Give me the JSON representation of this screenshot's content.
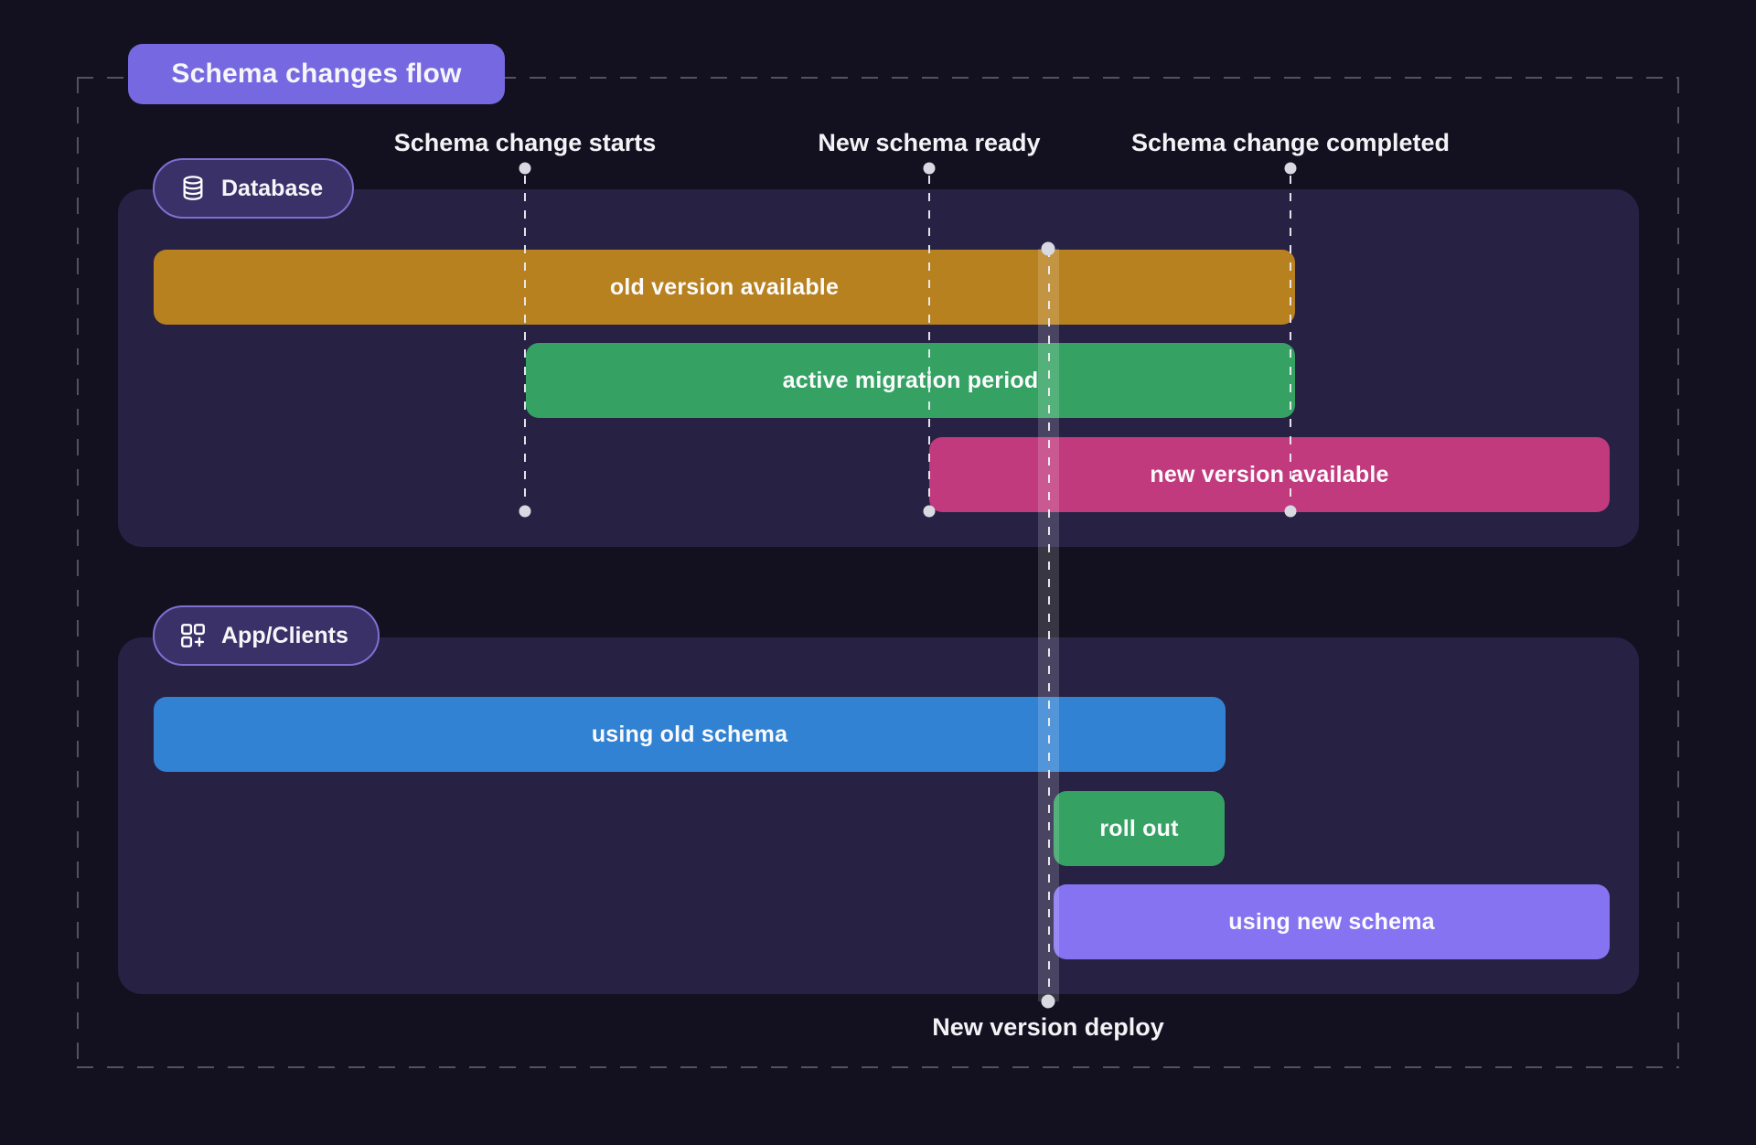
{
  "title": "Schema changes flow",
  "milestones": {
    "starts": {
      "label": "Schema change starts"
    },
    "ready": {
      "label": "New schema ready"
    },
    "completed": {
      "label": "Schema change completed"
    },
    "deploy": {
      "label": "New version deploy"
    }
  },
  "sections": {
    "database": {
      "label": "Database",
      "icon": "database-icon",
      "bars": {
        "old": {
          "label": "old version available"
        },
        "migration": {
          "label": "active migration period"
        },
        "new": {
          "label": "new version available"
        }
      }
    },
    "app": {
      "label": "App/Clients",
      "icon": "apps-add-icon",
      "bars": {
        "old": {
          "label": "using old schema"
        },
        "rollout": {
          "label": "roll out"
        },
        "new": {
          "label": "using new schema"
        }
      }
    }
  },
  "colors": {
    "background": "#131020",
    "panel": "#272144",
    "boundary_dash": "#575061",
    "title_badge": "#7568e0",
    "badge_bg": "#3b3169",
    "badge_border": "#7c71d2",
    "bar_orange": "#b8811f",
    "bar_green": "#35a263",
    "bar_magenta": "#c03a7d",
    "bar_blue": "#3182d2",
    "bar_purple": "#8673f2",
    "guide_dot": "#d9d9e2",
    "text": "#f3f3f6"
  }
}
